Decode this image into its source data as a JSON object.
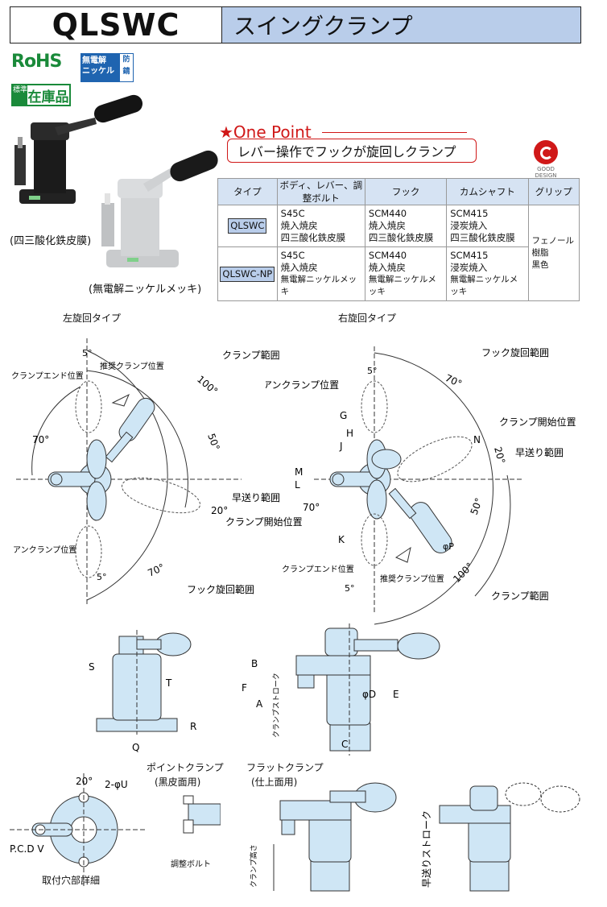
{
  "header": {
    "code": "QLSWC",
    "title": "スイングクランプ"
  },
  "badges": {
    "rohs": "RoHS",
    "electroless_line1": "無電解",
    "electroless_line2": "ニッケル",
    "rustproof": "防錆",
    "stock_small": "標準",
    "stock": "在庫品",
    "good_design": "GOOD DESIGN"
  },
  "captions": {
    "black": "(四三酸化鉄皮膜)",
    "nickel": "(無電解ニッケルメッキ)"
  },
  "one_point": {
    "title": "★One Point",
    "text": "レバー操作でフックが旋回しクランプ"
  },
  "spec_table": {
    "headers": [
      "タイプ",
      "ボディ、レバー、調整ボルト",
      "フック",
      "カムシャフト",
      "グリップ"
    ],
    "rows": [
      {
        "type": "QLSWC",
        "body": [
          "S45C",
          "焼入焼戻",
          "四三酸化鉄皮膜"
        ],
        "hook": [
          "SCM440",
          "焼入焼戻",
          "四三酸化鉄皮膜"
        ],
        "cam": [
          "SCM415",
          "浸炭焼入",
          "四三酸化鉄皮膜"
        ]
      },
      {
        "type": "QLSWC-NP",
        "body": [
          "S45C",
          "焼入焼戻",
          "無電解ニッケルメッキ"
        ],
        "hook": [
          "SCM440",
          "焼入焼戻",
          "無電解ニッケルメッキ"
        ],
        "cam": [
          "SCM415",
          "浸炭焼入",
          "無電解ニッケルメッキ"
        ]
      }
    ],
    "grip": [
      "フェノール樹脂",
      "黒色"
    ]
  },
  "left_diagram": {
    "title": "左旋回タイプ",
    "labels": {
      "a5top": "5°",
      "clamp_end": "クランプエンド位置",
      "recommended": "推奨クランプ位置",
      "clamp_range": "クランプ範囲",
      "a100": "100°",
      "a50": "50°",
      "a70": "70°",
      "fast": "早送り範囲",
      "a20": "20°",
      "clamp_start": "クランプ開始位置",
      "unclamp": "アンクランプ位置",
      "a5bot": "5°",
      "a70b": "70°",
      "hook_range": "フック旋回範囲"
    }
  },
  "right_diagram": {
    "title": "右旋回タイプ",
    "labels": {
      "hook_range": "フック旋回範囲",
      "a5": "5°",
      "a70": "70°",
      "unclamp": "アンクランプ位置",
      "clamp_start": "クランプ開始位置",
      "G": "G",
      "H": "H",
      "J": "J",
      "N": "N",
      "a20": "20°",
      "fast": "早送り範囲",
      "L": "L",
      "M": "M",
      "a70b": "70°",
      "a50": "50°",
      "K": "K",
      "phiP": "φP",
      "clamp_end": "クランプエンド位置",
      "recommended": "推奨クランプ位置",
      "a100": "100°",
      "a5b": "5°",
      "clamp_range": "クランプ範囲"
    }
  },
  "front_view": {
    "S": "S",
    "T": "T",
    "R": "R",
    "Q": "Q"
  },
  "side_view": {
    "B": "B",
    "F": "F",
    "A": "A",
    "stroke": "クランプストローク",
    "phiD": "φD",
    "E": "E",
    "C": "C"
  },
  "mount": {
    "a20": "20°",
    "hole": "2-φU",
    "pcd": "P.C.D V",
    "caption": "取付穴部詳細"
  },
  "point_clamp": {
    "title": "ポイントクランプ",
    "sub": "(黒皮面用)",
    "bolt": "調整ボルト"
  },
  "flat_clamp": {
    "title": "フラットクランプ",
    "sub": "(仕上面用)",
    "height": "クランプ高さ"
  },
  "fast_view": {
    "label": "早送りストローク"
  },
  "colors": {
    "accent_red": "#d01818",
    "header_blue": "#b9cdea",
    "part_blue": "#cfe6f5",
    "rohs_green": "#1a8a3a"
  }
}
